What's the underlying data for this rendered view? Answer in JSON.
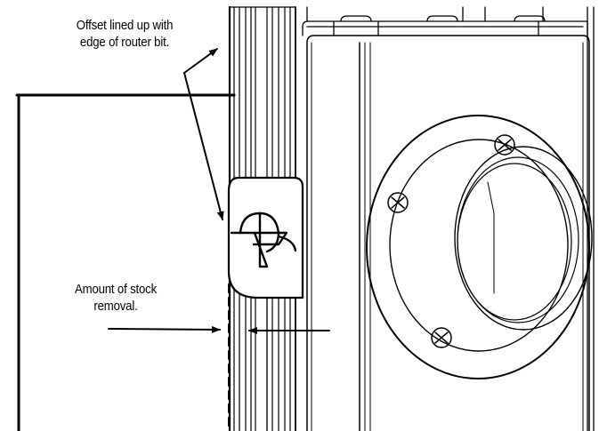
{
  "callouts": {
    "offset": {
      "line1": "Offset lined up with",
      "line2": "edge of router bit."
    },
    "stock": {
      "line1": "Amount of stock",
      "line2": "removal."
    }
  },
  "colors": {
    "line": "#000000",
    "background": "#ffffff"
  }
}
